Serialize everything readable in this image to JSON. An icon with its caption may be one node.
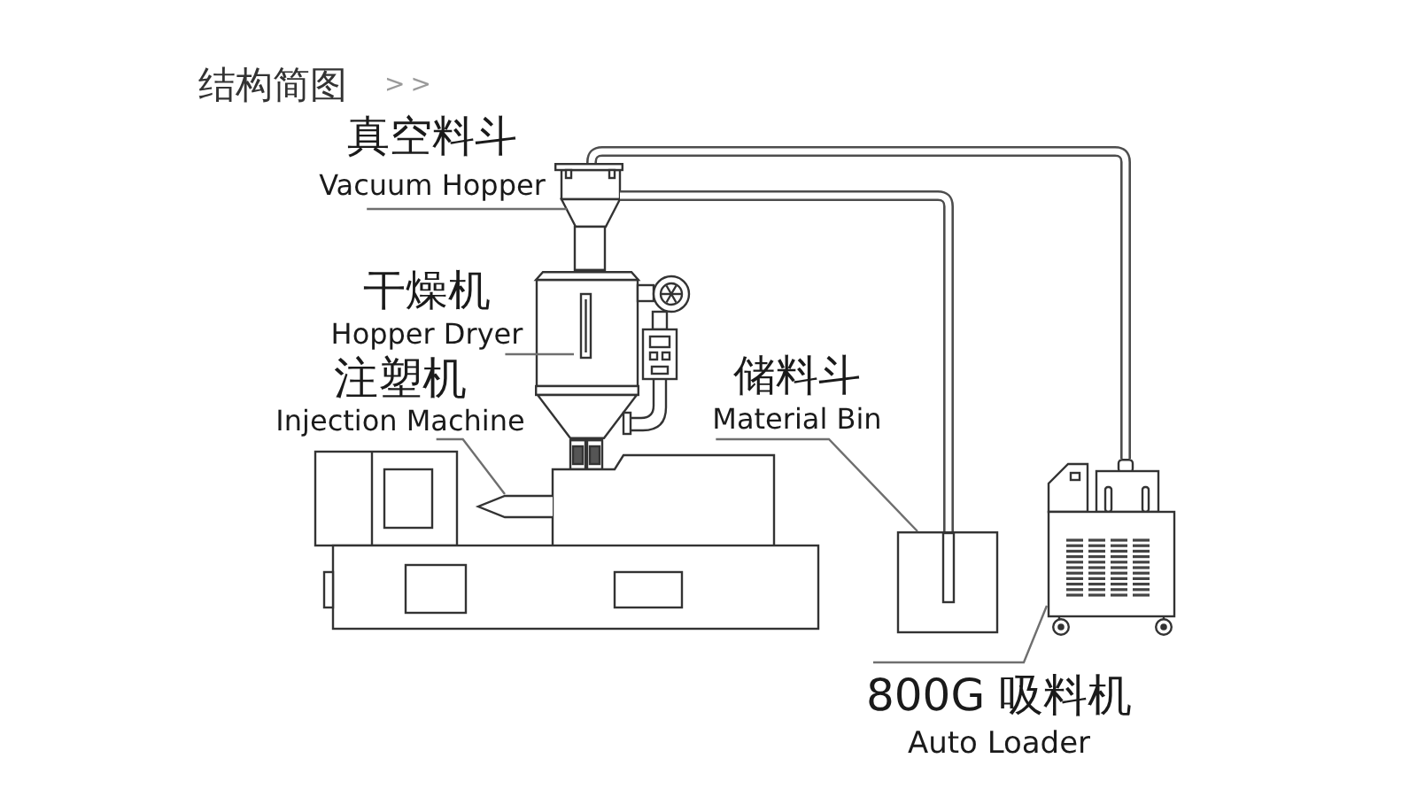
{
  "diagram": {
    "title": "结构简图",
    "nodes": [
      {
        "text": [
          "真空料斗",
          "Vacuum Hopper"
        ]
      },
      {
        "text": [],
        "shape": "picture"
      },
      {
        "text": [
          "干燥机",
          "Hopper Dryer"
        ]
      },
      {
        "text": [],
        "shape": "picture"
      },
      {
        "text": [
          "注塑机",
          "Injection Machine"
        ]
      },
      {
        "text": [],
        "shape": "picture"
      },
      {
        "text": [
          "储料斗",
          "Material Bin"
        ]
      },
      {
        "text": [],
        "shape": "picture"
      },
      {
        "text": [
          "800G 吸料机",
          "Auto Loader"
        ]
      },
      {
        "text": [],
        "shape": "picture"
      }
    ],
    "edges": [
      {
        "from": 0,
        "to": 1,
        "arrow": "none"
      },
      {
        "from": 2,
        "to": 3,
        "arrow": "none"
      },
      {
        "from": 4,
        "to": 5,
        "arrow": "none"
      },
      {
        "from": 6,
        "to": 7,
        "arrow": "none"
      },
      {
        "from": 8,
        "to": 9,
        "arrow": "none"
      },
      {
        "from": 1,
        "to": 7,
        "arrow": "none",
        "style": "thick"
      },
      {
        "from": 1,
        "to": 9,
        "arrow": "none",
        "style": "thick"
      }
    ],
    "labels": [
      ">>"
    ]
  }
}
